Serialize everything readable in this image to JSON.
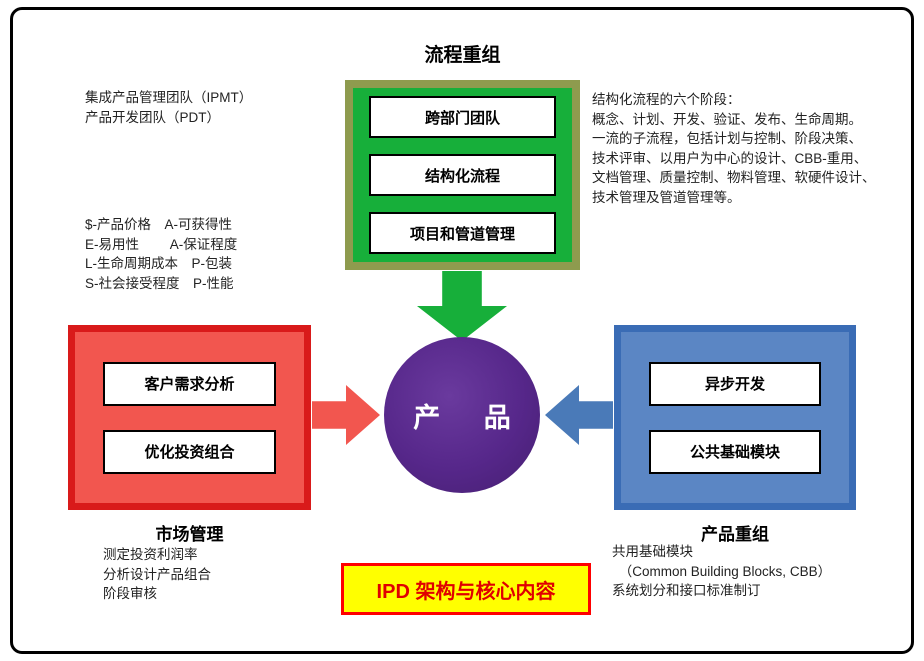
{
  "diagram": {
    "top": {
      "title": "流程重组",
      "items": [
        "跨部门团队",
        "结构化流程",
        "项目和管道管理"
      ]
    },
    "left": {
      "label": "市场管理",
      "items": [
        "客户需求分析",
        "优化投资组合"
      ]
    },
    "right": {
      "label": "产品重组",
      "items": [
        "异步开发",
        "公共基础模块"
      ]
    },
    "center": {
      "label": "产 品"
    },
    "banner": {
      "text": "IPD 架构与核心内容"
    },
    "notes": {
      "top_left": "集成产品管理团队（IPMT）\n产品开发团队（PDT）",
      "mid_left": "$-产品价格　A-可获得性\nE-易用性　　 A-保证程度\nL-生命周期成本　P-包装\nS-社会接受程度　P-性能",
      "right": "结构化流程的六个阶段：\n概念、计划、开发、验证、发布、生命周期。\n一流的子流程，包括计划与控制、阶段决策、\n技术评审、以用户为中心的设计、CBB-重用、\n文档管理、质量控制、物料管理、软硬件设计、\n技术管理及管道管理等。",
      "bottom_left": "测定投资利润率\n分析设计产品组合\n阶段审核",
      "bottom_right": "共用基础模块\n　（Common Building Blocks, CBB）\n系统划分和接口标准制订"
    },
    "colors": {
      "green_fill": "#17af3a",
      "green_border": "#8e9b4e",
      "red_fill": "#f2564f",
      "red_border": "#d91a1a",
      "blue_fill": "#5b86c4",
      "blue_border": "#3a6cb5",
      "purple": "#56278a",
      "banner_bg": "#ffff00",
      "banner_border": "#ff0000",
      "banner_text": "#e00000"
    }
  }
}
